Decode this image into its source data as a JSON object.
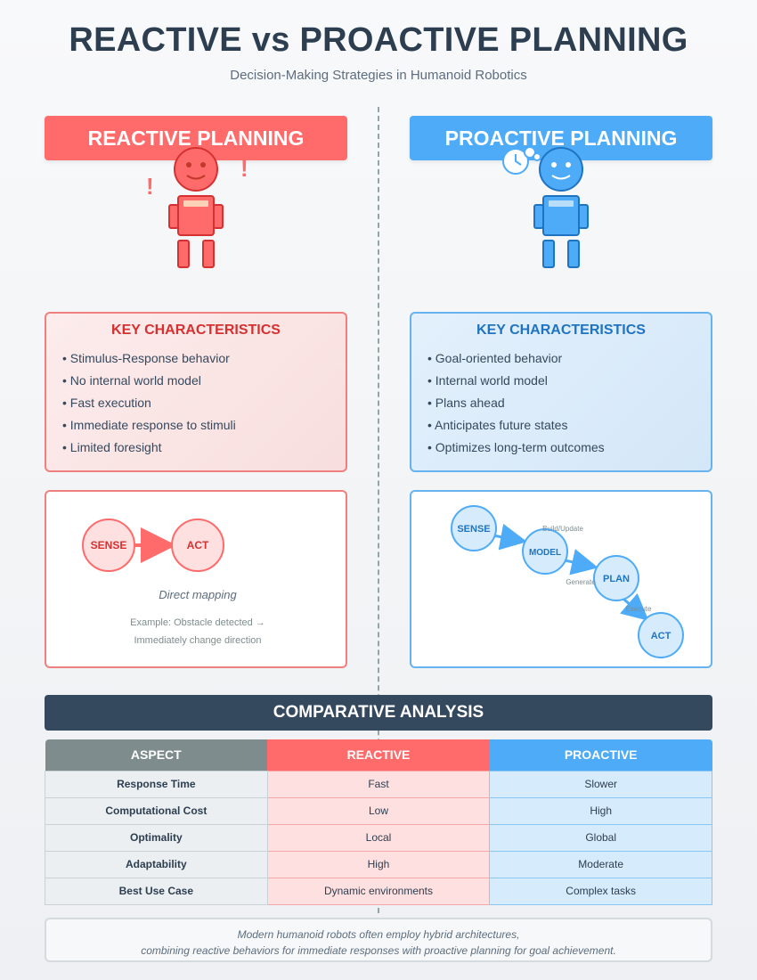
{
  "header": {
    "title": "REACTIVE vs PROACTIVE PLANNING",
    "subtitle": "Decision-Making Strategies in Humanoid Robotics"
  },
  "reactive": {
    "banner": "REACTIVE PLANNING",
    "exclaim_left": "!",
    "exclaim_right": "!",
    "characteristics_title": "KEY CHARACTERISTICS",
    "characteristics": [
      "Stimulus-Response behavior",
      "No internal world model",
      "Fast execution",
      "Immediate response to stimuli",
      "Limited foresight"
    ],
    "flow": {
      "nodes": [
        "SENSE",
        "ACT"
      ],
      "caption": "Direct mapping",
      "example_line1": "Example: Obstacle detected →",
      "example_line2": "Immediately change direction"
    },
    "color": "#ff6b6b"
  },
  "proactive": {
    "banner": "PROACTIVE PLANNING",
    "characteristics_title": "KEY CHARACTERISTICS",
    "characteristics": [
      "Goal-oriented behavior",
      "Internal world model",
      "Plans ahead",
      "Anticipates future states",
      "Optimizes long-term outcomes"
    ],
    "flow": {
      "nodes": [
        "SENSE",
        "MODEL",
        "PLAN",
        "ACT"
      ],
      "edge_labels": [
        "Build/Update",
        "Generate",
        "Execute"
      ]
    },
    "color": "#4dabf7"
  },
  "analysis": {
    "title": "COMPARATIVE ANALYSIS",
    "headers": [
      "ASPECT",
      "REACTIVE",
      "PROACTIVE"
    ],
    "rows": [
      [
        "Response Time",
        "Fast",
        "Slower"
      ],
      [
        "Computational Cost",
        "Low",
        "High"
      ],
      [
        "Optimality",
        "Local",
        "Global"
      ],
      [
        "Adaptability",
        "High",
        "Moderate"
      ],
      [
        "Best Use Case",
        "Dynamic environments",
        "Complex tasks"
      ]
    ]
  },
  "footer": {
    "line1": "Modern humanoid robots often employ hybrid architectures,",
    "line2": "combining reactive behaviors for immediate responses with proactive planning for goal achievement."
  }
}
